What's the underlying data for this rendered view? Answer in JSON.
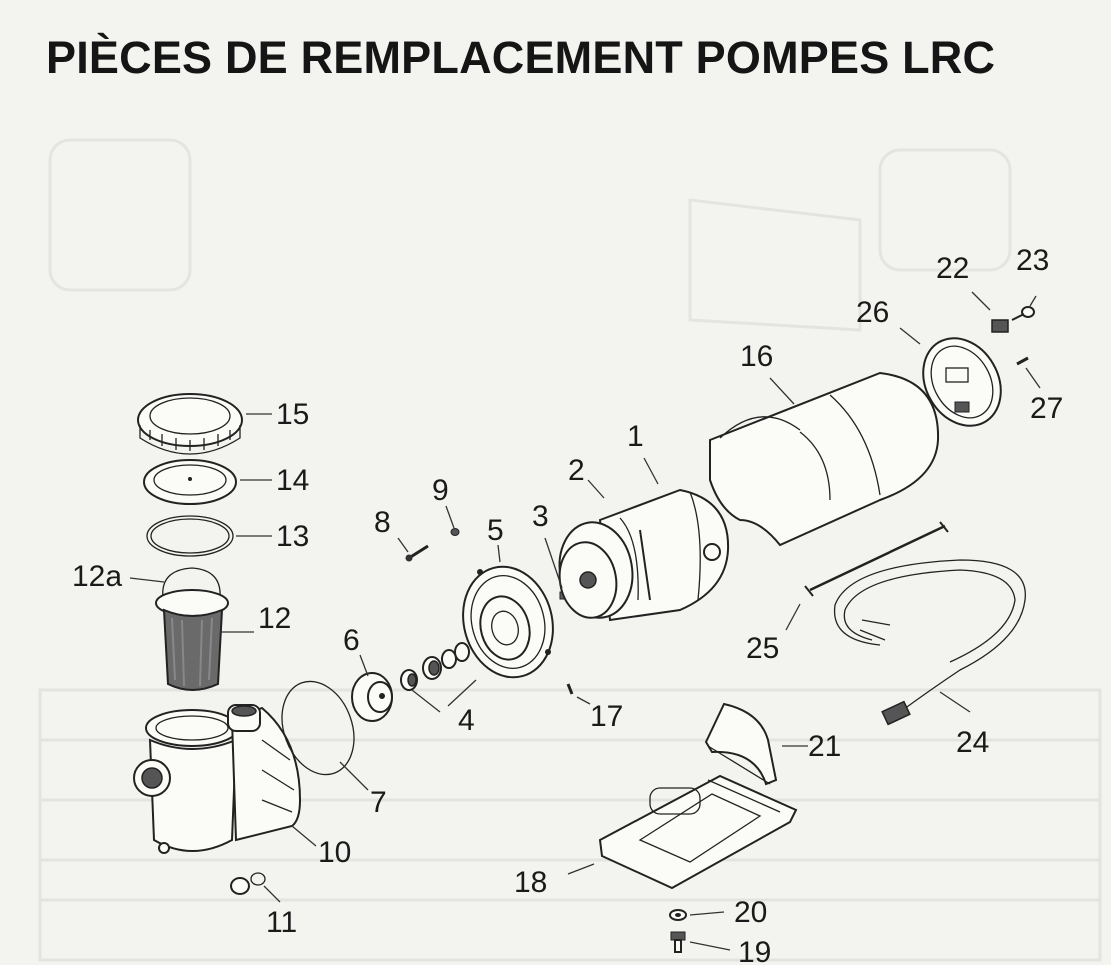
{
  "title": "PIÈCES DE REMPLACEMENT POMPES LRC",
  "labels": {
    "p1": "1",
    "p2": "2",
    "p3": "3",
    "p4": "4",
    "p5": "5",
    "p6": "6",
    "p7": "7",
    "p8": "8",
    "p9": "9",
    "p10": "10",
    "p11": "11",
    "p12": "12",
    "p12a": "12a",
    "p13": "13",
    "p14": "14",
    "p15": "15",
    "p16": "16",
    "p17": "17",
    "p18": "18",
    "p19": "19",
    "p20": "20",
    "p21": "21",
    "p22": "22",
    "p23": "23",
    "p24": "24",
    "p25": "25",
    "p26": "26",
    "p27": "27"
  }
}
